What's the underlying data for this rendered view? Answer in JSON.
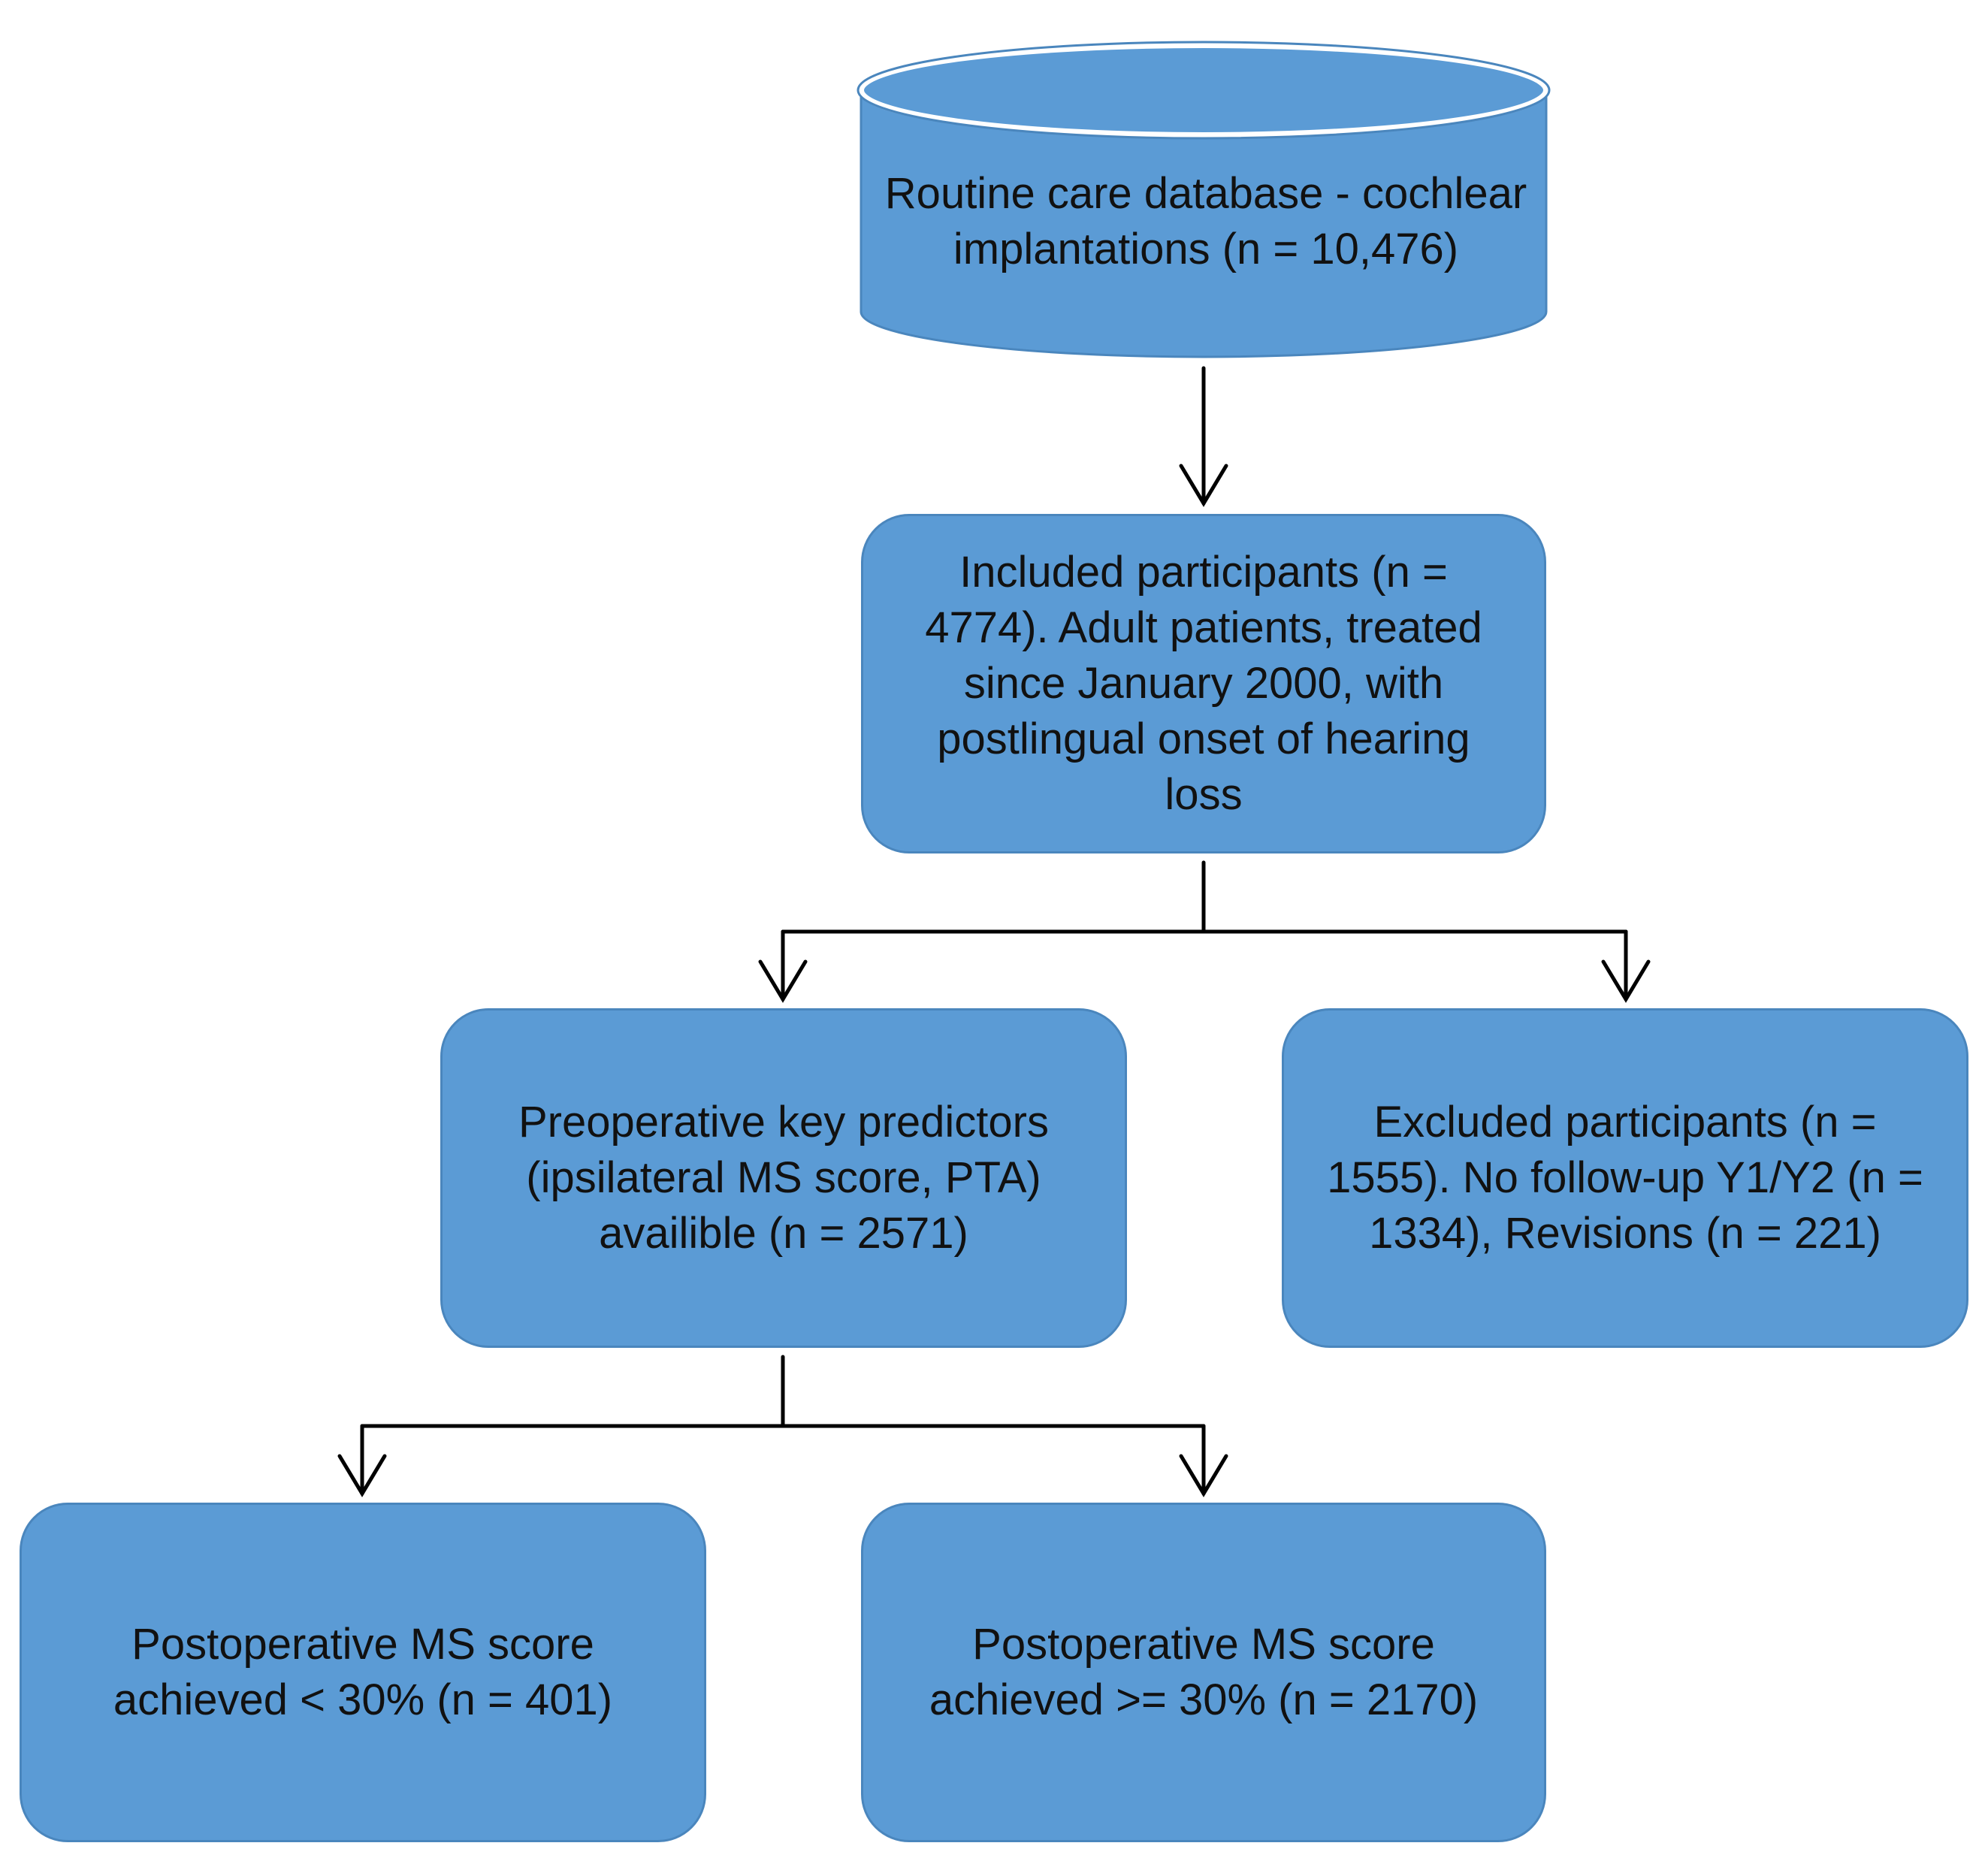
{
  "colors": {
    "node_fill": "#5b9bd5",
    "node_border": "#4a86bd",
    "arrow": "#000000",
    "text": "#111111"
  },
  "nodes": {
    "database": "Routine care database - cochlear implantations (n = 10,476)",
    "included": "Included participants (n = 4774). Adult patients, treated since January 2000, with postlingual onset of hearing loss",
    "predictors": "Preoperative key predictors (ipsilateral MS score, PTA) availible (n = 2571)",
    "excluded": "Excluded participants (n = 1555). No follow-up Y1/Y2 (n = 1334), Revisions (n = 221)",
    "below_30": "Postoperative MS score achieved < 30% (n = 401)",
    "above_30": "Postoperative MS score achieved >= 30% (n = 2170)"
  }
}
